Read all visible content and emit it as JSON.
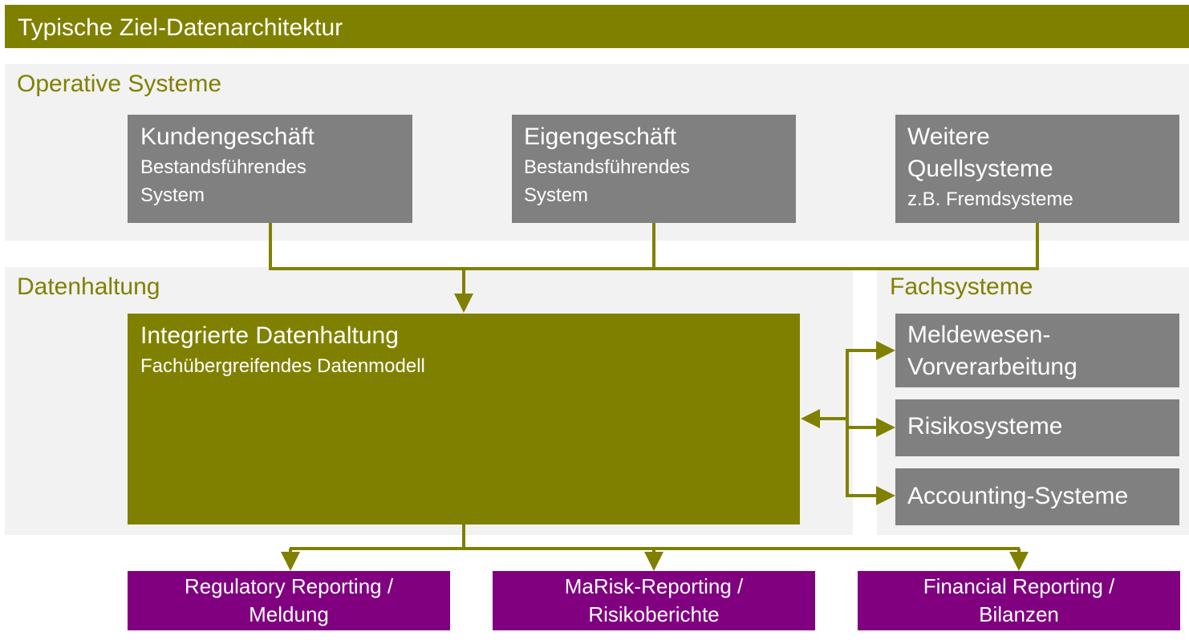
{
  "title": "Typische Ziel-Datenarchitektur",
  "operative": {
    "label": "Operative Systeme",
    "boxes": [
      {
        "line1": "Kundengeschäft",
        "line2": "Bestandsführendes",
        "line3": "System"
      },
      {
        "line1": "Eigengeschäft",
        "line2": "Bestandsführendes",
        "line3": "System"
      },
      {
        "line1": "Weitere",
        "line2": "Quellsysteme",
        "line3": "z.B. Fremdsysteme"
      }
    ]
  },
  "datenhaltung": {
    "label": "Datenhaltung",
    "main_title": "Integrierte Datenhaltung",
    "main_subtitle": "Fachübergreifendes Datenmodell"
  },
  "fachsysteme": {
    "label": "Fachsysteme",
    "boxes": [
      {
        "line1": "Meldewesen-",
        "line2": "Vorverarbeitung"
      },
      {
        "line1": "Risikosysteme"
      },
      {
        "line1": "Accounting-Systeme"
      }
    ]
  },
  "reports": [
    {
      "line1": "Regulatory Reporting /",
      "line2": "Meldung"
    },
    {
      "line1": "MaRisk-Reporting /",
      "line2": "Risikoberichte"
    },
    {
      "line1": "Financial Reporting /",
      "line2": "Bilanzen"
    }
  ],
  "colors": {
    "olive": "#808000",
    "grey_box": "#808080",
    "panel_bg": "#f2f2f2",
    "purple": "#800080"
  }
}
